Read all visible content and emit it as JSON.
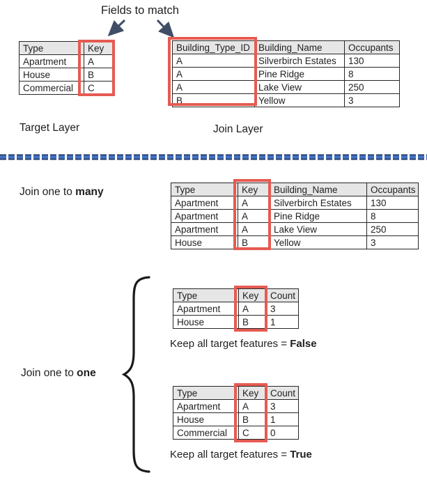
{
  "header": {
    "title": "Fields to match"
  },
  "colors": {
    "highlight_red": "#E55B52",
    "header_gray": "#E7E6E6",
    "arrow_navy": "#3F4D66",
    "divider_blue": "#4472C4",
    "divider_dark": "#203864"
  },
  "sections": {
    "target_layer_label": "Target Layer",
    "join_layer_label": "Join Layer",
    "join_one_to_many": {
      "prefix": "Join one to ",
      "bold": "many"
    },
    "join_one_to_one": {
      "prefix": "Join one to ",
      "bold": "one"
    },
    "keep_false": {
      "prefix": "Keep all target features = ",
      "bold": "False"
    },
    "keep_true": {
      "prefix": "Keep all target features = ",
      "bold": "True"
    }
  },
  "tables": {
    "target": {
      "headers": [
        "Type",
        "Key"
      ],
      "rows": [
        [
          "Apartment",
          "A"
        ],
        [
          "House",
          "B"
        ],
        [
          "Commercial",
          "C"
        ]
      ]
    },
    "join": {
      "headers": [
        "Building_Type_ID",
        "Building_Name",
        "Occupants"
      ],
      "rows": [
        [
          "A",
          "Silverbirch Estates",
          "130"
        ],
        [
          "A",
          "Pine Ridge",
          "8"
        ],
        [
          "A",
          "Lake View",
          "250"
        ],
        [
          "B",
          "Yellow",
          "3"
        ]
      ]
    },
    "one_to_many": {
      "headers": [
        "Type",
        "Key",
        "Building_Name",
        "Occupants"
      ],
      "rows": [
        [
          "Apartment",
          "A",
          "Silverbirch Estates",
          "130"
        ],
        [
          "Apartment",
          "A",
          "Pine Ridge",
          "8"
        ],
        [
          "Apartment",
          "A",
          "Lake View",
          "250"
        ],
        [
          "House",
          "B",
          "Yellow",
          "3"
        ]
      ]
    },
    "one_to_one_false": {
      "headers": [
        "Type",
        "Key",
        "Count"
      ],
      "rows": [
        [
          "Apartment",
          "A",
          "3"
        ],
        [
          "House",
          "B",
          "1"
        ]
      ]
    },
    "one_to_one_true": {
      "headers": [
        "Type",
        "Key",
        "Count"
      ],
      "rows": [
        [
          "Apartment",
          "A",
          "3"
        ],
        [
          "House",
          "B",
          "1"
        ],
        [
          "Commercial",
          "C",
          "0"
        ]
      ]
    }
  }
}
